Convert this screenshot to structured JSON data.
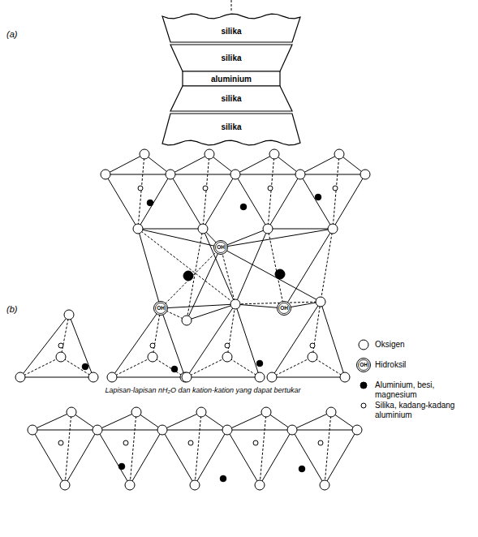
{
  "diagram": {
    "nodes": [
      {
        "text": [
          "silika"
        ]
      },
      {
        "text": [
          "silika"
        ]
      },
      {
        "text": [
          "aluminium"
        ]
      },
      {
        "text": [
          "silika"
        ]
      },
      {
        "text": [
          "silika"
        ]
      }
    ],
    "labels": [
      "(a)",
      "(b)",
      "OH",
      "OH",
      "OH",
      "Lapisan-lapisan nH₂O dan kation-kation yang dapat bertukar",
      "OH"
    ],
    "legend": [
      {
        "text": "Oksigen"
      },
      {
        "text": "Hidroksil"
      },
      {
        "text": "Aluminium, besi, magnesium"
      },
      {
        "text": "Silika, kadang-kadang aluminium"
      }
    ]
  }
}
